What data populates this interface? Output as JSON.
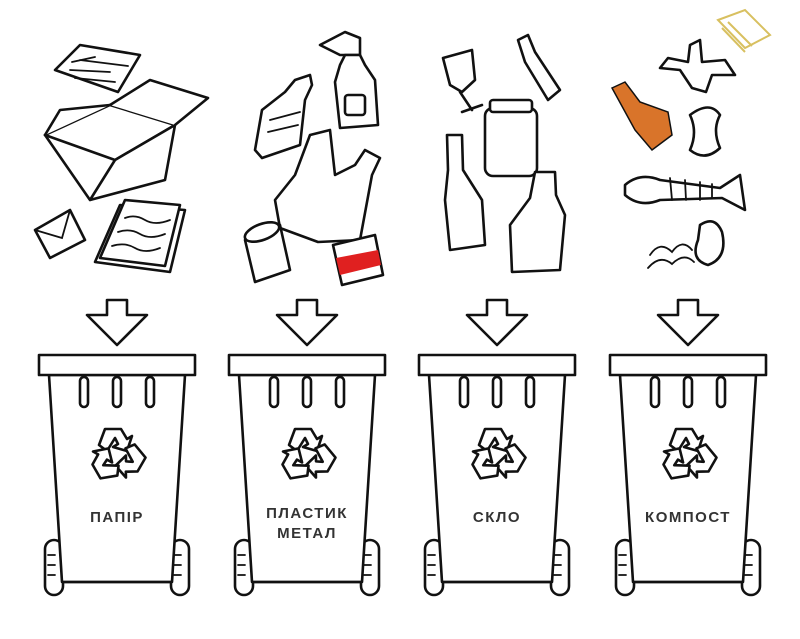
{
  "colors": {
    "highlight_arrow": "#1a9fe0",
    "highlight_recycle": "#f2b90f",
    "chicken": "#d9742a",
    "can_red": "#e02020",
    "bottle_blue": "#bfe3f5",
    "logo": "#d8c060"
  },
  "bins": [
    {
      "id": "paper",
      "label_lines": [
        "ПАПІР"
      ],
      "arrow_active": true,
      "recycle_highlight": false
    },
    {
      "id": "plastic-metal",
      "label_lines": [
        "ПЛАСТИК",
        "МЕТАЛ"
      ],
      "arrow_active": false,
      "recycle_highlight": true
    },
    {
      "id": "glass",
      "label_lines": [
        "СКЛО"
      ],
      "arrow_active": false,
      "recycle_highlight": false
    },
    {
      "id": "compost",
      "label_lines": [
        "КОМПОСТ"
      ],
      "arrow_active": false,
      "recycle_highlight": false
    }
  ],
  "icons": [
    "book-logo-icon",
    "recycle-icon",
    "down-arrow-icon"
  ]
}
